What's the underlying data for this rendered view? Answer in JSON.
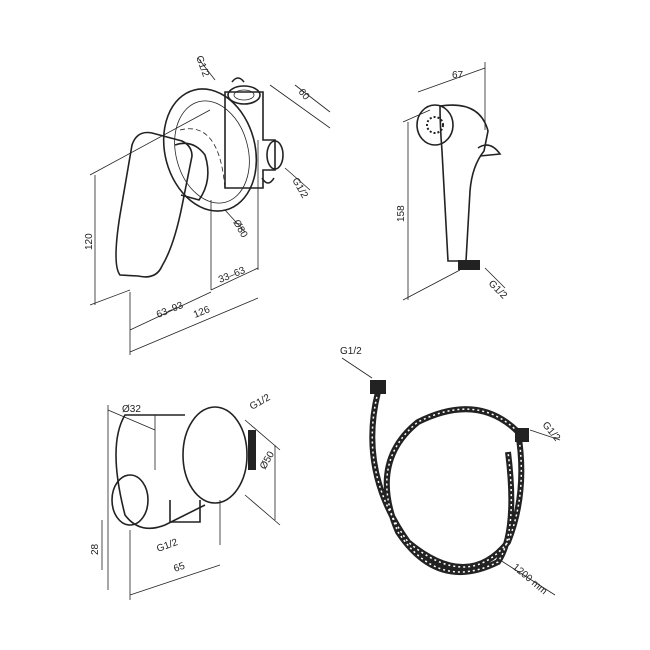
{
  "mixer": {
    "inlet_top": "G1/2",
    "depth": "60",
    "inlet_side": "G1/2",
    "height": "120",
    "flange": "Ø80",
    "adj_a": "33–63",
    "adj_b": "63–93",
    "length": "126"
  },
  "hand_shower": {
    "width": "67",
    "height": "158",
    "thread": "G1/2"
  },
  "outlet": {
    "diameter": "Ø32",
    "thread_top": "G1/2",
    "flange": "Ø50",
    "offset": "28",
    "thread_bottom": "G1/2",
    "length": "65"
  },
  "hose": {
    "thread_left": "G1/2",
    "thread_right": "G1/2",
    "length": "1200 mm"
  }
}
